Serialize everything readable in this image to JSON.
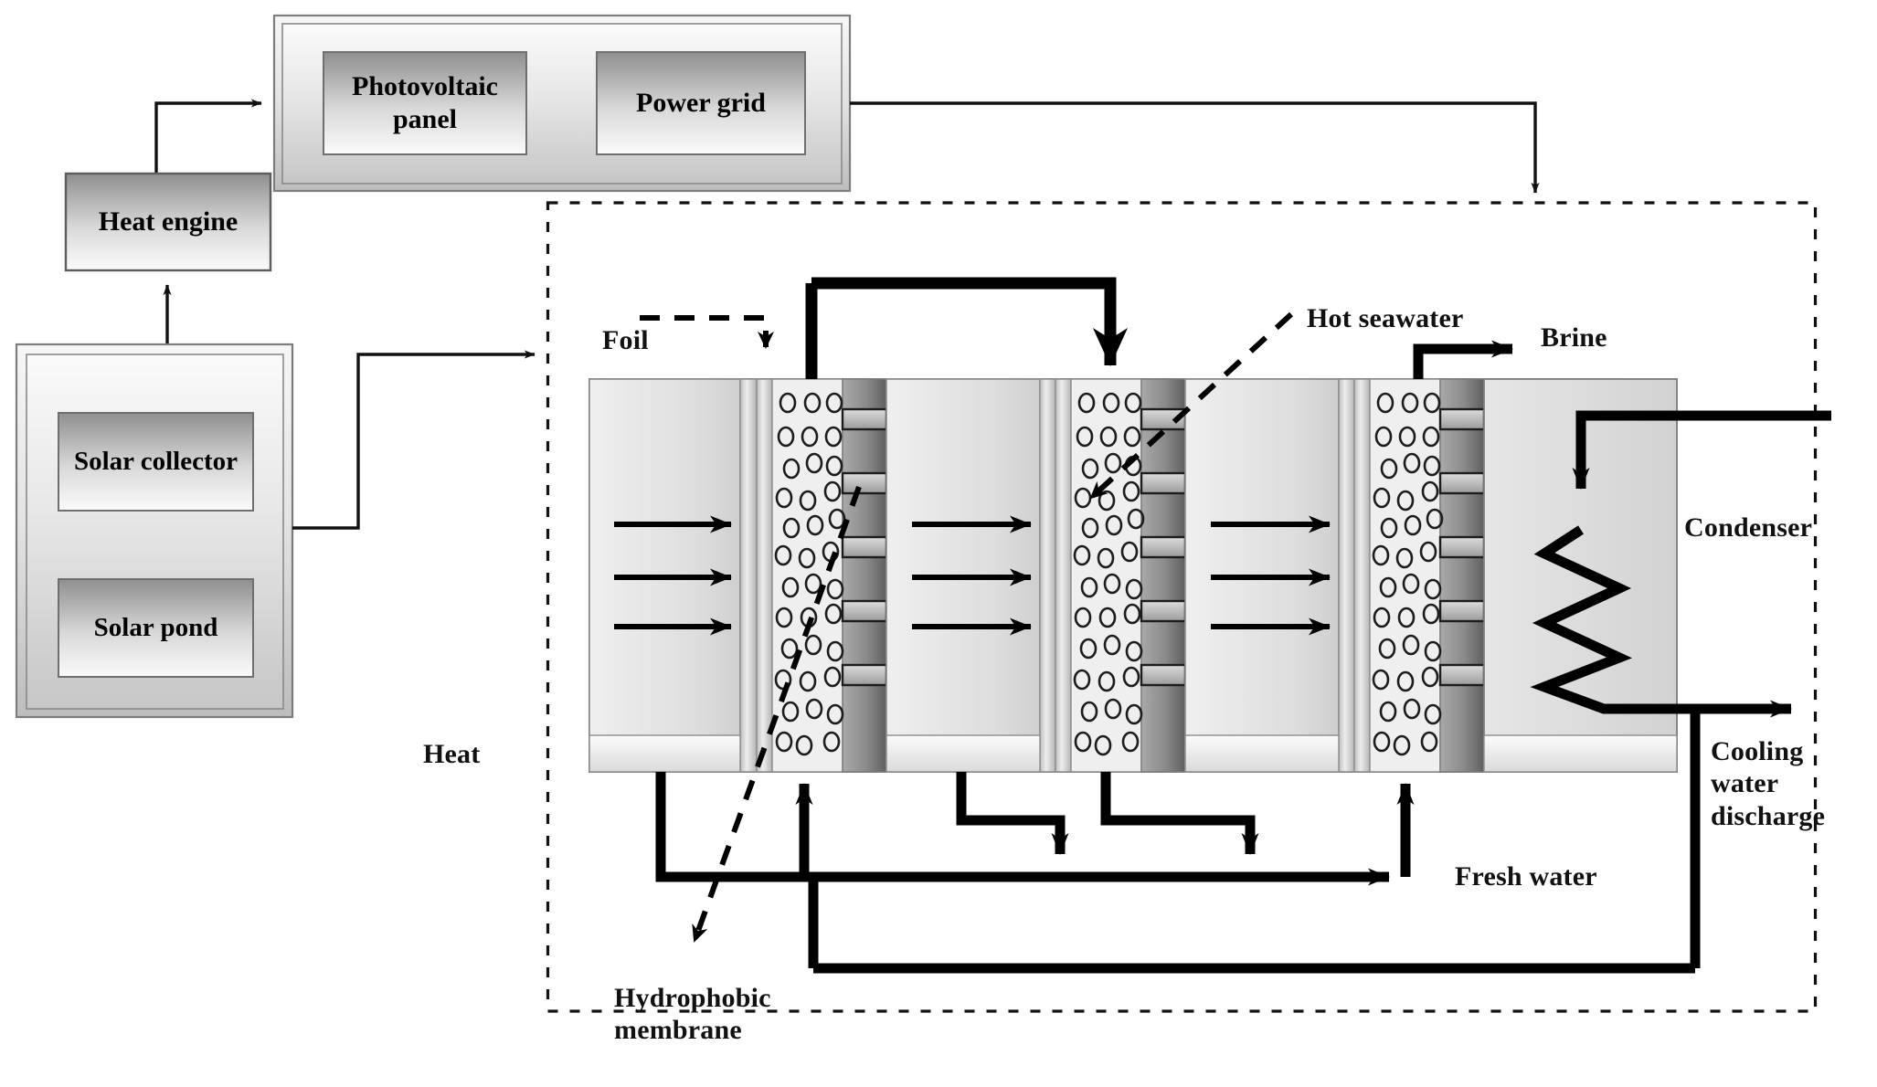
{
  "diagram": {
    "title": "Solar powered membrane distillation desalination schematic",
    "colors": {
      "line": "#1a1a1a",
      "thick_line": "#000000",
      "panel_fill_top": "#9a9a9a",
      "panel_fill_bottom": "#f4f4f4",
      "outer_frame": "#c9c9c9",
      "membrane_dark": "#6e6e6e",
      "cell_light": "#ececec"
    }
  },
  "power_block": {
    "name": "power-block",
    "items": [
      {
        "label": "Photovoltaic\npanel"
      },
      {
        "label": "Power grid"
      }
    ]
  },
  "heat_engine": {
    "label": "Heat engine"
  },
  "solar_block": {
    "items": [
      {
        "label": "Solar collector"
      },
      {
        "label": "Solar pond"
      }
    ]
  },
  "labels": {
    "heat": "Heat",
    "foil": "Foil",
    "hot_seawater": "Hot seawater",
    "brine": "Brine",
    "condenser": "Condenser",
    "cooling_water_discharge": "Cooling water\ndischarge",
    "fresh_water": "Fresh water",
    "hydrophobic_membrane": "Hydrophobic\nmembrane"
  },
  "md_module": {
    "name": "membrane-distillation-module",
    "stages": 3,
    "stage_parts": [
      "feed-channel",
      "foil-layer",
      "hydrophobic-membrane",
      "permeate-channel"
    ],
    "flow_arrows_per_stage": 3
  },
  "condenser": {
    "coil_zigzags": 4
  }
}
